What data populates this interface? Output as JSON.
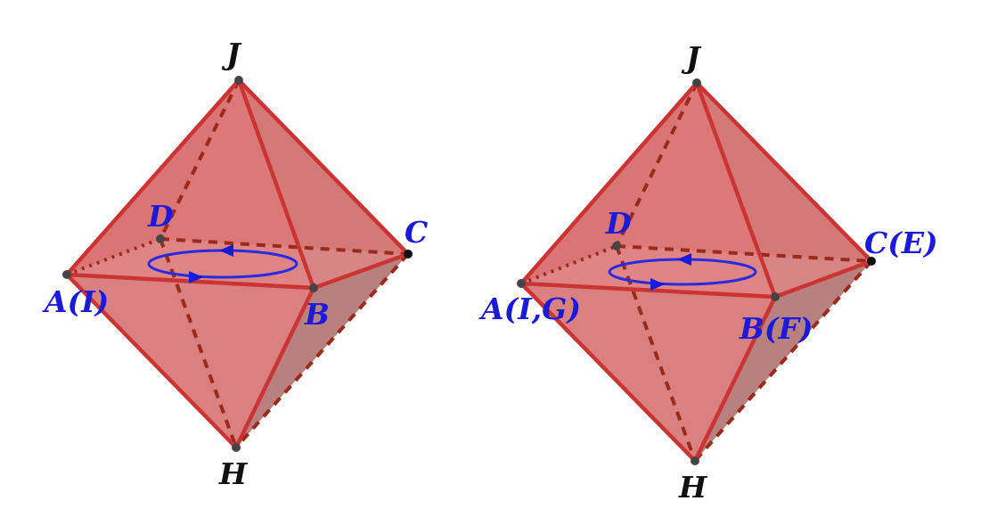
{
  "colors": {
    "face": "#d96b6b",
    "face_dark": "#a86060",
    "edge": "#cc3333",
    "hidden_edge": "#9a2a1a",
    "vertex": "#444444",
    "label_black": "#111111",
    "label_blue": "#1a1adb",
    "rotation": "#2a2ae0"
  },
  "left": {
    "labels": {
      "top": "J",
      "bottom": "H",
      "left": "A(I)",
      "front": "B",
      "right": "C",
      "back": "D"
    }
  },
  "right": {
    "labels": {
      "top": "J",
      "bottom": "H",
      "left": "A(I,G)",
      "front": "B(F)",
      "right": "C(E)",
      "back": "D"
    }
  }
}
